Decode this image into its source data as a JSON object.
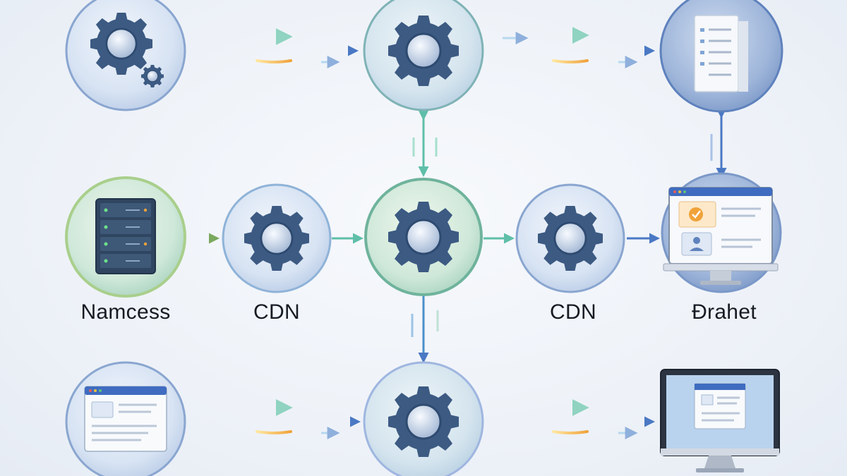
{
  "labels": {
    "server_node": "Namcess",
    "cdn_left": "CDN",
    "cdn_right": "CDN",
    "client_node": "Ðrahet"
  },
  "colors": {
    "blue_ring": "#8aa6d0",
    "green_ring": "#a9cf8c",
    "teal_arrow": "#5fbfa9",
    "blue_arrow": "#4a78c4",
    "gear_dark": "#3c5a82",
    "orange_accent": "#f0a23a"
  },
  "nodes": [
    {
      "id": "settings-gear-node",
      "icon": "gears-icon"
    },
    {
      "id": "gear-node-top-middle",
      "icon": "gear-icon"
    },
    {
      "id": "document-stack-node",
      "icon": "document-stack-icon"
    },
    {
      "id": "server-node",
      "icon": "server-rack-icon"
    },
    {
      "id": "cdn-node-left",
      "icon": "gear-icon"
    },
    {
      "id": "gear-node-center",
      "icon": "gear-icon"
    },
    {
      "id": "cdn-node-right",
      "icon": "gear-icon"
    },
    {
      "id": "monitor-node-right",
      "icon": "monitor-profile-icon"
    },
    {
      "id": "browser-window-node",
      "icon": "browser-window-icon"
    },
    {
      "id": "gear-node-bottom-middle",
      "icon": "gear-icon"
    },
    {
      "id": "desktop-monitor-node",
      "icon": "desktop-monitor-icon"
    }
  ]
}
